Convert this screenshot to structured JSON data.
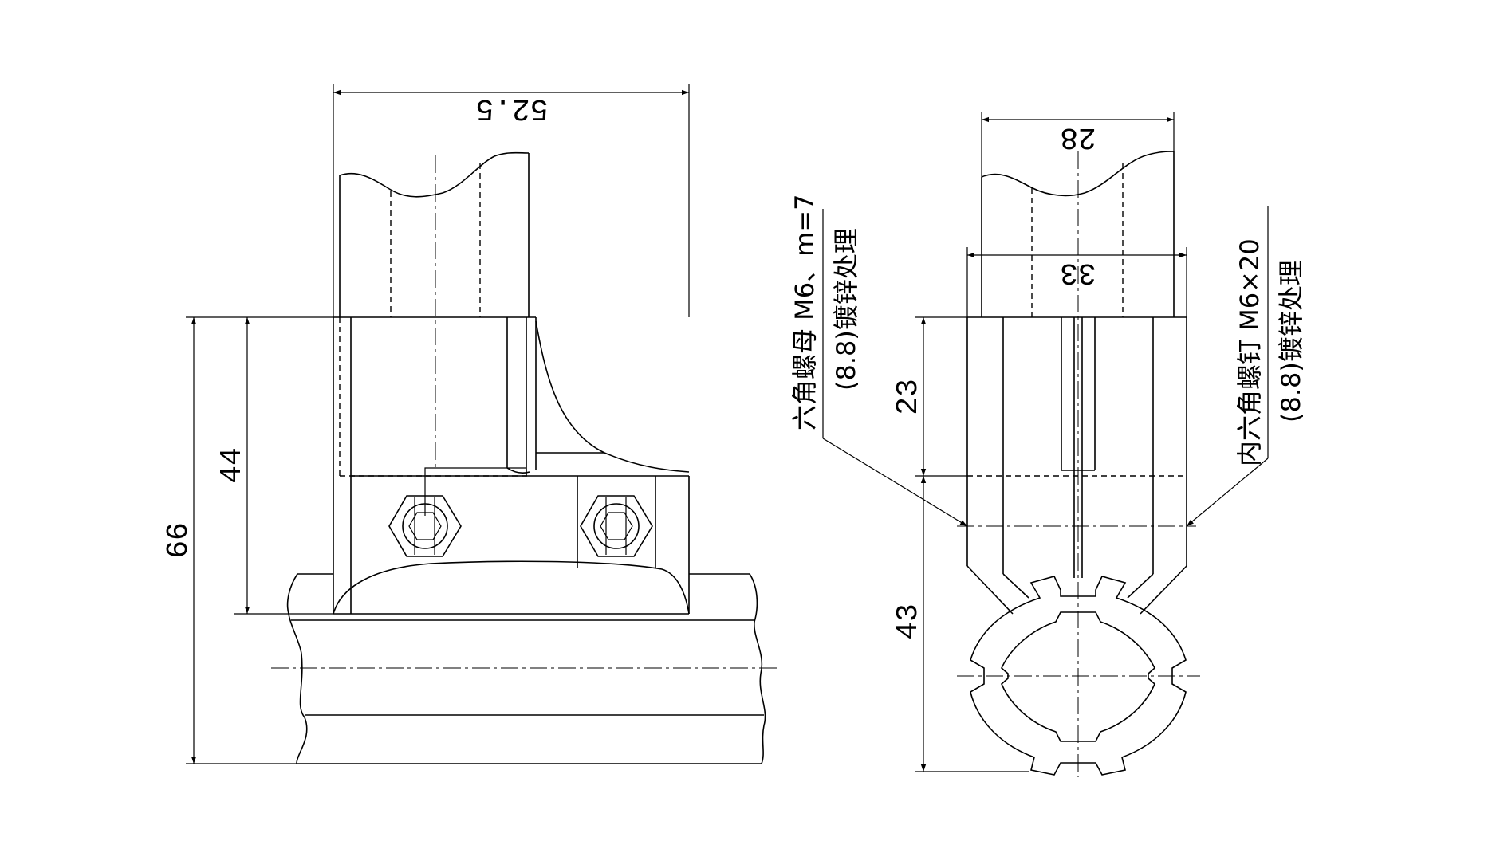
{
  "dimensions": {
    "side_width": "52.5",
    "side_overall_height": "66",
    "side_clamp_height": "44",
    "front_top_width": "28",
    "front_body_width": "33",
    "front_upper_height": "23",
    "front_lower_height": "43"
  },
  "notes": {
    "nut_line1": "六角螺母 M6、m=7",
    "nut_line2": "(8.8)镀锌处理",
    "bolt_line1": "内六角螺钉 M6×20",
    "bolt_line2": "(8.8)镀锌处理"
  }
}
